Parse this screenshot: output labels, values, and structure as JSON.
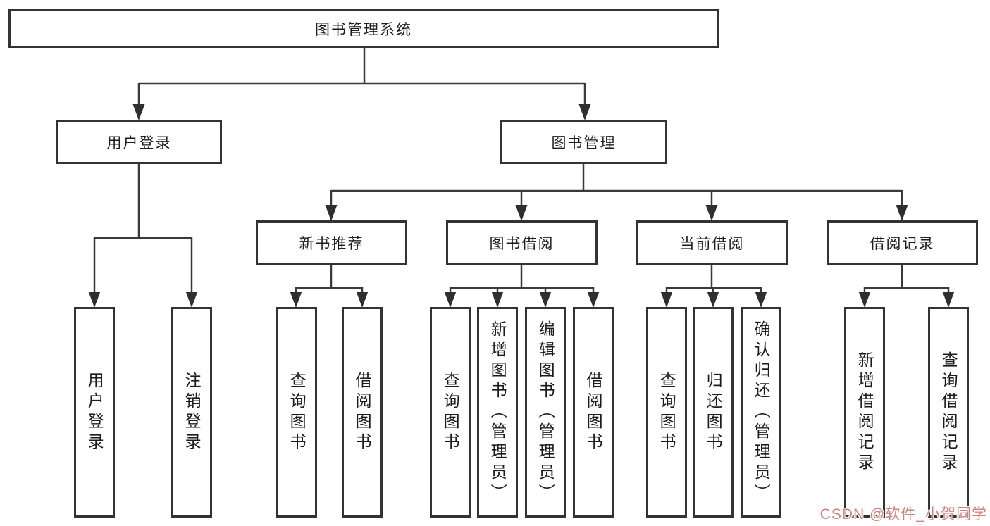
{
  "tree": {
    "root": "图书管理系统",
    "children": [
      {
        "label": "用户登录",
        "children": [
          {
            "label": "用户登录"
          },
          {
            "label": "注销登录"
          }
        ]
      },
      {
        "label": "图书管理",
        "children": [
          {
            "label": "新书推荐",
            "children": [
              {
                "label": "查询图书"
              },
              {
                "label": "借阅图书"
              }
            ]
          },
          {
            "label": "图书借阅",
            "children": [
              {
                "label": "查询图书"
              },
              {
                "label": "新增图书（管理员）"
              },
              {
                "label": "编辑图书（管理员）"
              },
              {
                "label": "借阅图书"
              }
            ]
          },
          {
            "label": "当前借阅",
            "children": [
              {
                "label": "查询图书"
              },
              {
                "label": "归还图书"
              },
              {
                "label": "确认归还（管理员）"
              }
            ]
          },
          {
            "label": "借阅记录",
            "children": [
              {
                "label": "新增借阅记录"
              },
              {
                "label": "查询借阅记录"
              }
            ]
          }
        ]
      }
    ]
  },
  "watermark": {
    "text": "CSDN @软件_小贺同学"
  },
  "colors": {
    "line": "#3a3a3a",
    "arrow": "#2f2f2f",
    "box_border": "#333333",
    "background": "#ffffff",
    "watermark": "#d3837c"
  }
}
